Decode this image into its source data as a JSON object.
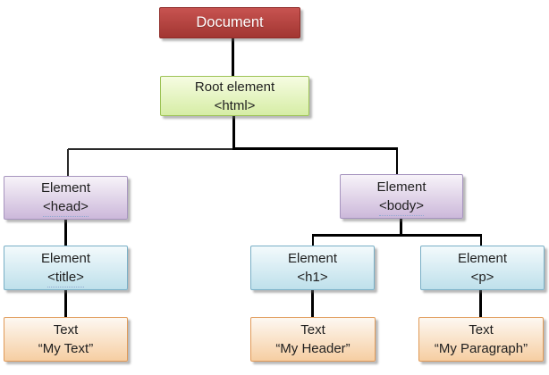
{
  "diagram": {
    "type": "tree",
    "description": "HTML DOM tree diagram",
    "nodes": {
      "document": {
        "line1": "Document",
        "line2": ""
      },
      "html": {
        "line1": "Root element",
        "line2": "<html>"
      },
      "head": {
        "line1": "Element",
        "line2": "<head>",
        "squiggle": true
      },
      "body": {
        "line1": "Element",
        "line2": "<body>",
        "squiggle": true
      },
      "title": {
        "line1": "Element",
        "line2": "<title>",
        "squiggle": true
      },
      "h1": {
        "line1": "Element",
        "line2": "<h1>"
      },
      "p": {
        "line1": "Element",
        "line2": "<p>"
      },
      "textTitle": {
        "line1": "Text",
        "line2": "“My Text”"
      },
      "textH1": {
        "line1": "Text",
        "line2": "“My Header”"
      },
      "textP": {
        "line1": "Text",
        "line2": "“My Paragraph”"
      }
    },
    "edges": [
      {
        "from": "document",
        "to": "html"
      },
      {
        "from": "html",
        "to": "head"
      },
      {
        "from": "html",
        "to": "body"
      },
      {
        "from": "head",
        "to": "title"
      },
      {
        "from": "title",
        "to": "textTitle"
      },
      {
        "from": "body",
        "to": "h1"
      },
      {
        "from": "body",
        "to": "p"
      },
      {
        "from": "h1",
        "to": "textH1"
      },
      {
        "from": "p",
        "to": "textP"
      }
    ],
    "colors": {
      "document_fill_top": "#c75350",
      "document_fill_bottom": "#a23632",
      "document_border": "#8f2b28",
      "document_text": "#ffffff",
      "root_fill_top": "#f6fce2",
      "root_fill_bottom": "#d6eda5",
      "root_border": "#9dc356",
      "element_fill_top": "#f7f3f9",
      "element_fill_bottom": "#ccb8da",
      "element_border": "#a795bf",
      "leaf_fill_top": "#f3fafc",
      "leaf_fill_bottom": "#bee0eb",
      "leaf_border": "#79afc6",
      "text_fill_top": "#fdf8f2",
      "text_fill_bottom": "#f6cea2",
      "text_border": "#e09a58",
      "connector": "#000000",
      "node_text": "#1f1f1f"
    }
  }
}
